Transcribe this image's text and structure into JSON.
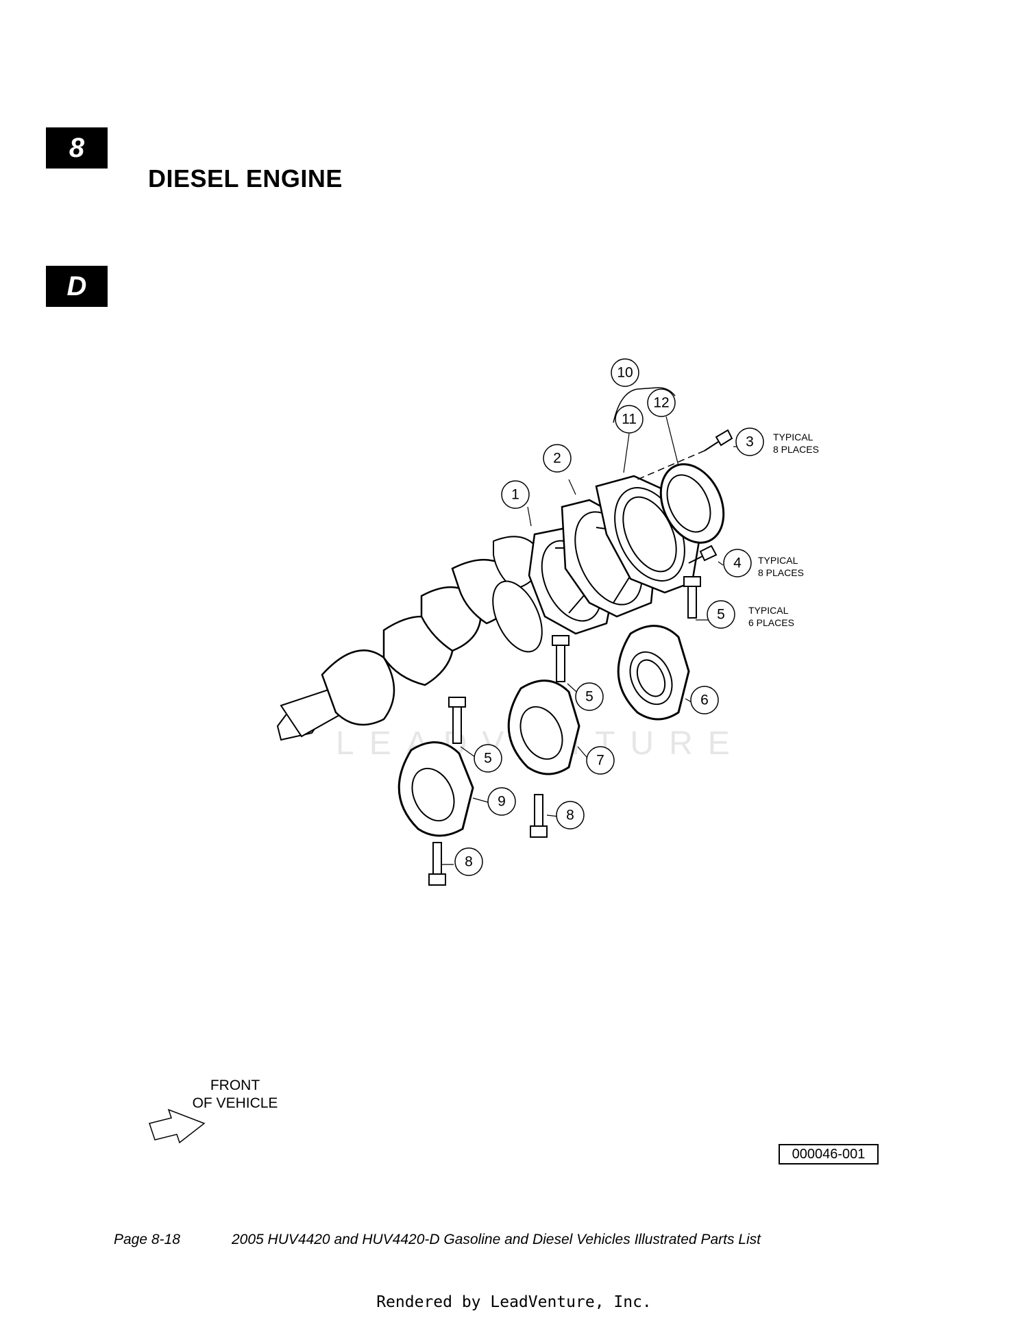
{
  "header": {
    "section_tab": "8",
    "subsection_tab": "D",
    "title": "DIESEL ENGINE"
  },
  "diagram": {
    "callouts": [
      {
        "num": "1"
      },
      {
        "num": "2"
      },
      {
        "num": "3"
      },
      {
        "num": "4"
      },
      {
        "num": "5"
      },
      {
        "num": "5"
      },
      {
        "num": "5"
      },
      {
        "num": "6"
      },
      {
        "num": "7"
      },
      {
        "num": "8"
      },
      {
        "num": "8"
      },
      {
        "num": "9"
      },
      {
        "num": "10"
      },
      {
        "num": "11"
      },
      {
        "num": "12"
      }
    ],
    "notes": [
      {
        "line1": "TYPICAL",
        "line2": "8 PLACES"
      },
      {
        "line1": "TYPICAL",
        "line2": "8 PLACES"
      },
      {
        "line1": "TYPICAL",
        "line2": "6 PLACES"
      }
    ],
    "front_label_line1": "FRONT",
    "front_label_line2": "OF VEHICLE",
    "drawing_id": "000046-001",
    "watermark": "LEADVENTURE"
  },
  "footer": {
    "page": "Page 8-18",
    "doc_title": "2005 HUV4420 and HUV4420-D Gasoline and Diesel Vehicles Illustrated Parts List",
    "render_credit": "Rendered by LeadVenture, Inc."
  }
}
